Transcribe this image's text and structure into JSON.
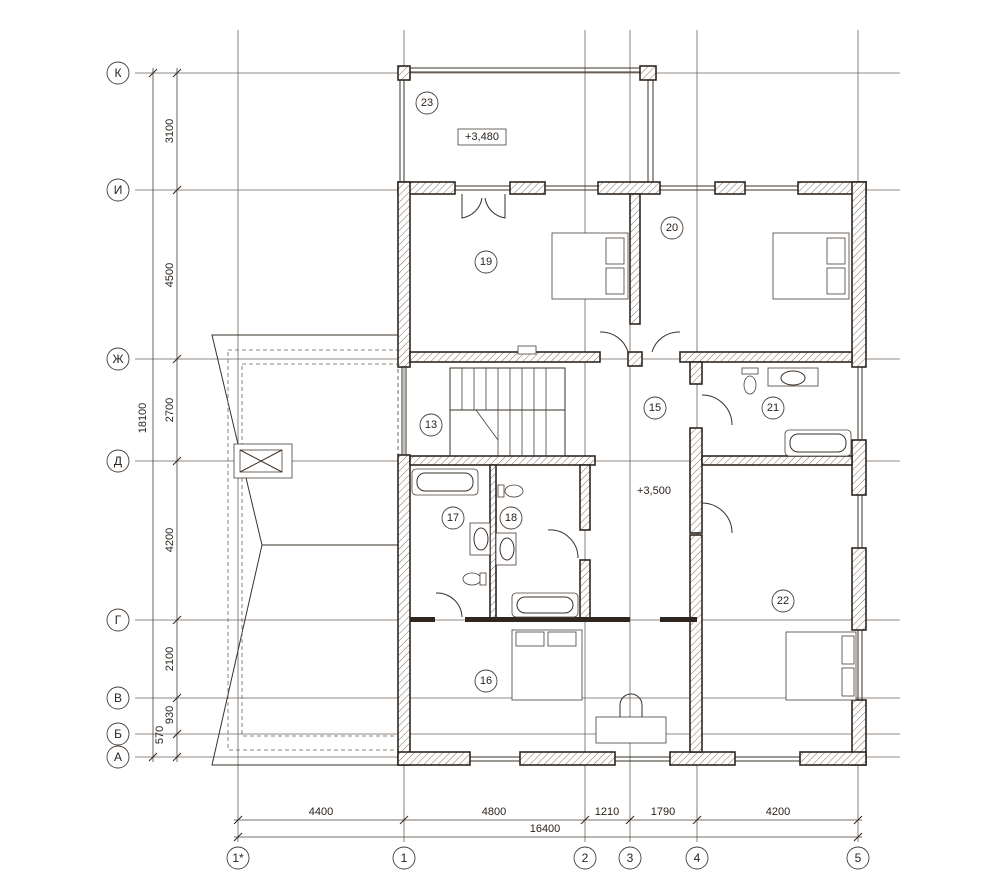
{
  "title": "Second floor plan",
  "row_axes": [
    "К",
    "И",
    "Ж",
    "Д",
    "Г",
    "В",
    "Б",
    "А"
  ],
  "col_axes": [
    "1*",
    "1",
    "2",
    "3",
    "4",
    "5"
  ],
  "vertical_dimensions": {
    "total": "18100",
    "segments": [
      "3100",
      "4500",
      "2700",
      "4200",
      "2100",
      "930",
      "570"
    ]
  },
  "horizontal_dimensions": {
    "total": "16400",
    "segments": [
      "4400",
      "4800",
      "1210",
      "1790",
      "4200"
    ]
  },
  "rooms": [
    "23",
    "19",
    "20",
    "15",
    "21",
    "13",
    "17",
    "18",
    "22",
    "16"
  ],
  "levels": {
    "balcony": "+3,480",
    "floor": "+3,500"
  },
  "colors": {
    "line": "#2f2620",
    "axis": "#6b625a"
  }
}
